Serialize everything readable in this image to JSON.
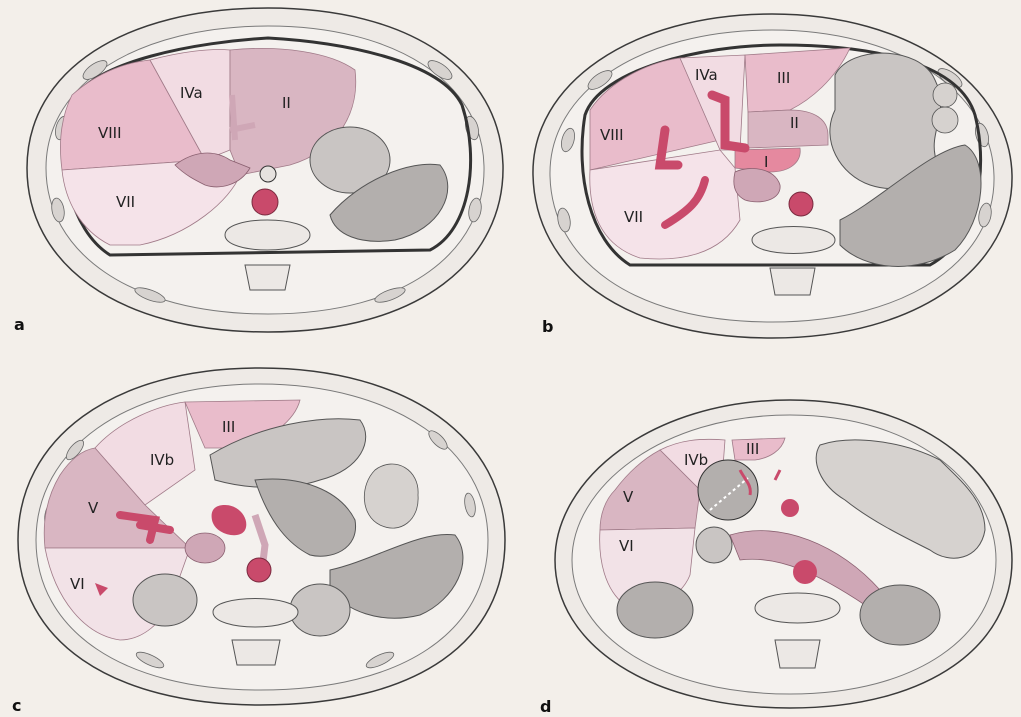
{
  "figure": {
    "panels": [
      {
        "id": "a",
        "label": "a",
        "segments": [
          "VIII",
          "IVa",
          "II",
          "VII"
        ]
      },
      {
        "id": "b",
        "label": "b",
        "segments": [
          "IVa",
          "III",
          "VIII",
          "II",
          "I",
          "VII"
        ]
      },
      {
        "id": "c",
        "label": "c",
        "segments": [
          "IVb",
          "III",
          "V",
          "VI"
        ]
      },
      {
        "id": "d",
        "label": "d",
        "segments": [
          "IVb",
          "III",
          "V",
          "VI"
        ]
      }
    ]
  },
  "colors": {
    "background": "#f3efea",
    "body_fill": "#eeeae6",
    "organ_gray": "#c9c5c3",
    "organ_dark": "#b3afad",
    "segment_pink_light": "#f2dce3",
    "segment_pink_mid": "#e9bccb",
    "segment_pink_dark": "#d998ae",
    "segment_mauve": "#cfa7b6",
    "vessel": "#c94a6b",
    "outline": "#3a3a3a"
  }
}
